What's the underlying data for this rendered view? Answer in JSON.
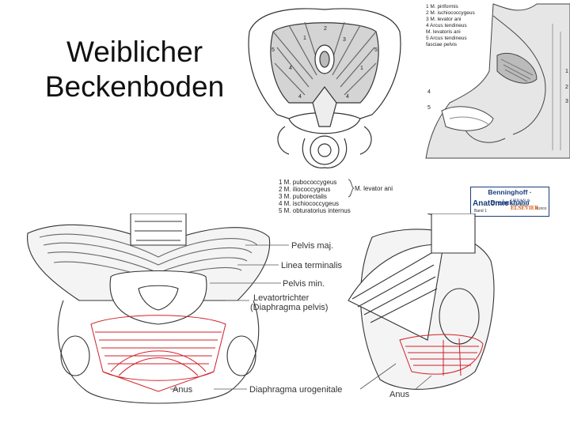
{
  "title": {
    "line1": "Weiblicher",
    "line2": "Beckenboden"
  },
  "top_center_figure": {
    "numbers": [
      "1",
      "2",
      "3",
      "4",
      "5",
      "5",
      "1",
      "4",
      "4"
    ]
  },
  "top_right_figure": {
    "legend": [
      "1  M. piriformis",
      "2  M. ischiococcygeus",
      "3  M. levator ani",
      "4  Arcus tendineus",
      "    M. levatoris ani",
      "5  Arcus tendineus",
      "    fasciae pelvis"
    ],
    "numbers": [
      "1",
      "2",
      "3",
      "4",
      "5"
    ]
  },
  "middle_legend": {
    "items": [
      "1  M. pubococcygeus",
      "2  M. iliococcygeus",
      "3  M. puborectalis",
      "4  M. ischiococcygeus",
      "5  M. obturatorius internus"
    ],
    "brace_label": "M. levator ani"
  },
  "logo": {
    "header": "Benninghoff · Drenckhahn",
    "anatomie": "Anatomie",
    "band": "Band 1",
    "publisher": "URBAN & FISCHER",
    "elsevier": "ELSEVIER",
    "year": "©2003"
  },
  "bottom_labels": {
    "pelvis_maj": "Pelvis maj.",
    "linea_terminalis": "Linea terminalis",
    "pelvis_min": "Pelvis min.",
    "levatortrichter": "Levatortrichter",
    "diaphragma_pelvis": "(Diaphragma pelvis)",
    "anus_left": "Anus",
    "diaphragma_urogenitale": "Diaphragma urogenitale",
    "anus_right": "Anus"
  },
  "colors": {
    "muscle_red": "#d0202a",
    "line_gray": "#444444"
  }
}
